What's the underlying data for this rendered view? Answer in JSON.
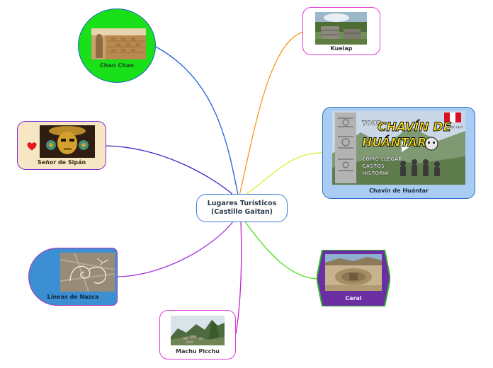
{
  "central": {
    "title": "Lugares Turísticos\n(Castillo Gaitan)"
  },
  "topics": {
    "chan_chan": {
      "label": "Chan Chan",
      "link_color": "#1e5fd8"
    },
    "kuelap": {
      "label": "Kuelap",
      "link_color": "#f39a1f"
    },
    "senor_de_sipan": {
      "label": "Señor de Sipán",
      "link_color": "#3a24c8"
    },
    "chavin": {
      "label": "Chavín de Huántar",
      "link_color": "#d9ef3a",
      "thumbnail": {
        "tour": "TOUR",
        "title_line1": "CHAVÍN DE",
        "title_line2": "HUÁNTAR",
        "bullets": [
          "COMO LLEGAR",
          "GASTOS",
          "HISTORIA"
        ],
        "flag_caption": "HECHO EN PERÚ"
      }
    },
    "lineas_de_nazca": {
      "label": "Líneas de Nazca",
      "link_color": "#a332d8"
    },
    "caral": {
      "label": "Caral",
      "link_color": "#4ae01a"
    },
    "machu_picchu": {
      "label": "Machu Picchu",
      "link_color": "#c422d4"
    }
  },
  "icons": {
    "sipan_marker": "heart-icon"
  }
}
